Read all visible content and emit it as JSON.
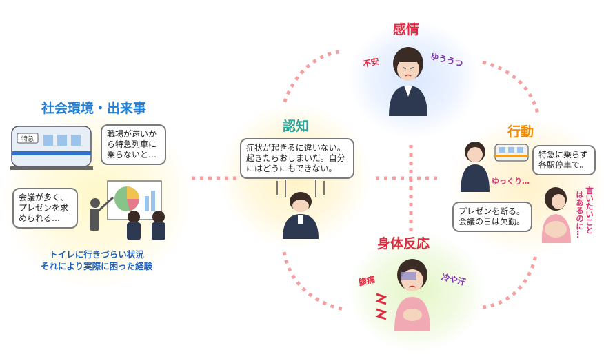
{
  "titles": {
    "environment": "社会環境・出来事",
    "cognition": "認知",
    "emotion": "感情",
    "behavior": "行動",
    "body": "身体反応"
  },
  "environment": {
    "train_sign": "特急",
    "bubble_commute": [
      "職場が遠いか",
      "ら特急列車に",
      "乗らないと…"
    ],
    "bubble_meeting": [
      "会議が多く、",
      "プレゼンを求",
      "められる…"
    ],
    "caption": [
      "トイレに行きづらい状況",
      "それにより実際に困った経験"
    ]
  },
  "cognition": {
    "bubble": [
      "症状が起きるに違いない。",
      "起きたらおしまいだ。自分",
      "にはどうにもできない。"
    ]
  },
  "emotion": {
    "word_left": "不安",
    "word_right": "ゆううつ"
  },
  "behavior": {
    "bubble_train": [
      "特急に乗らず",
      "各駅停車で。"
    ],
    "word_slow": "ゆっくり…",
    "bubble_present": [
      "プレゼンを断る。",
      "会議の日は欠勤。"
    ],
    "vertical_words": [
      "言いたいこと",
      "はあるのに…"
    ]
  },
  "body": {
    "word_left": "腹痛",
    "word_right": "冷や汗"
  },
  "colors": {
    "arc": "#f4a0a0",
    "title_blue": "#1f7fd6",
    "title_green": "#2aa69a",
    "title_red": "#e02a40",
    "title_orange": "#f08a00"
  }
}
